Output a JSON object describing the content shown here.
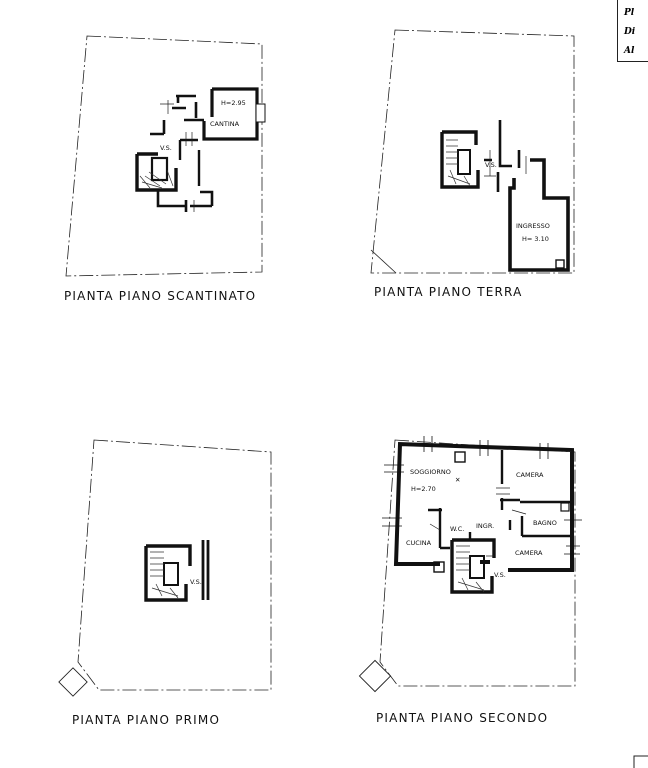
{
  "header_box": {
    "line1": "Pl",
    "line2": "Di",
    "line3": "Al"
  },
  "plans": {
    "scantinato": {
      "title": "PIANTA PIANO SCANTINATO",
      "height_label": "H=2.95",
      "room_cantina": "CANTINA",
      "vs": "V.S."
    },
    "terra": {
      "title": "PIANTA PIANO TERRA",
      "vs": "V.S.",
      "room_ingresso": "INGRESSO",
      "height_label": "H= 3.10"
    },
    "primo": {
      "title": "PIANTA PIANO PRIMO",
      "vs": "V.S."
    },
    "secondo": {
      "title": "PIANTA PIANO SECONDO",
      "room_soggiorno": "SOGGIORNO",
      "height_label": "H=2.70",
      "room_camera1": "CAMERA",
      "room_bagno": "BAGNO",
      "room_camera2": "CAMERA",
      "room_cucina": "CUCINA",
      "room_wc": "W.C.",
      "room_ingr": "INGR.",
      "vs": "V.S."
    }
  }
}
